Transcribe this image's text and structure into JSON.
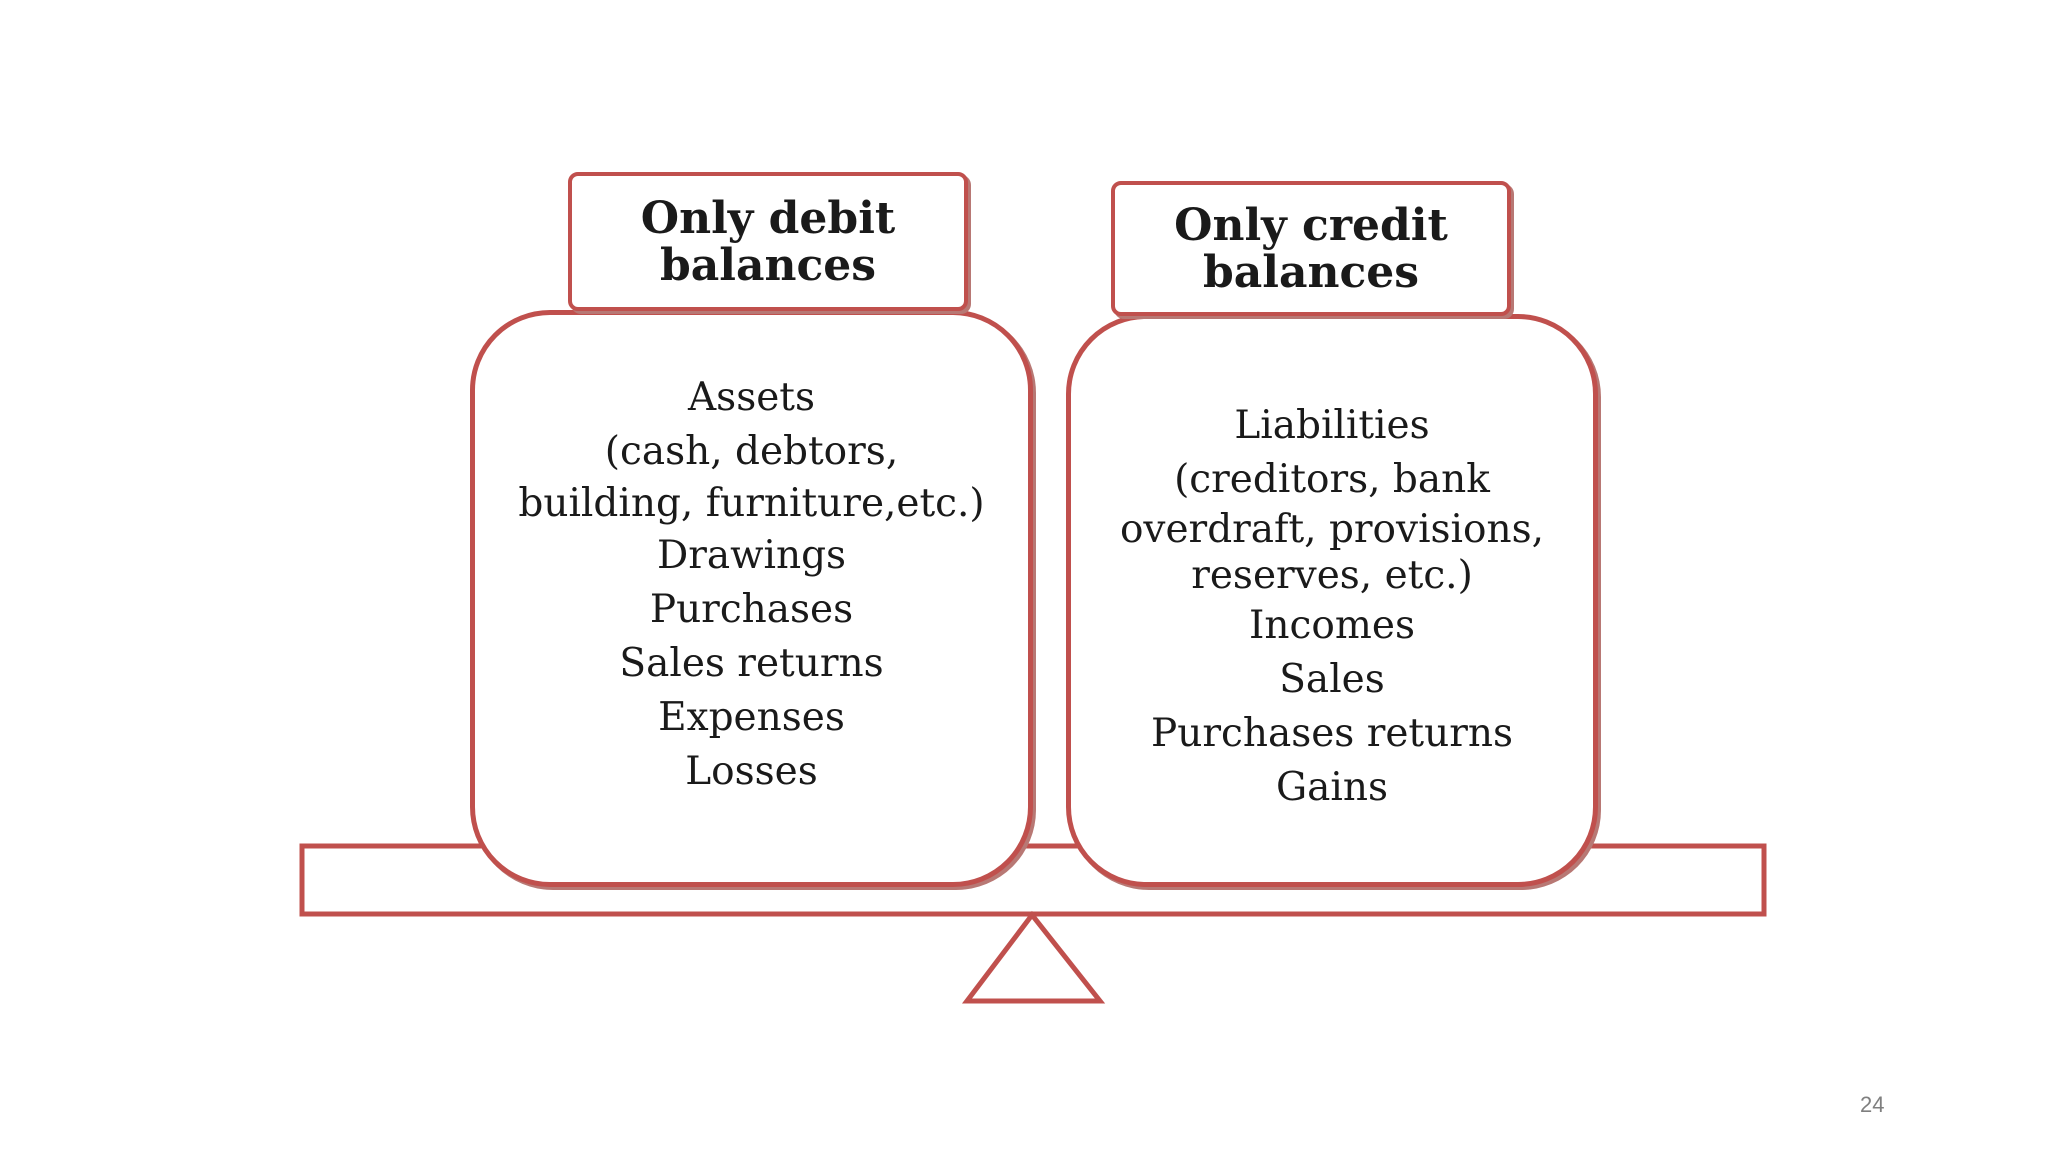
{
  "debit": {
    "header": [
      "Only debit",
      "balances"
    ],
    "items": [
      "Assets",
      "(cash, debtors,",
      "building, furniture,etc.)",
      "Drawings",
      "Purchases",
      "Sales returns",
      "Expenses",
      "Losses"
    ]
  },
  "credit": {
    "header": [
      "Only credit",
      "balances"
    ],
    "items": [
      "Liabilities",
      "(creditors, bank",
      "overdraft, provisions,",
      "reserves, etc.)",
      "Incomes",
      "Sales",
      "Purchases returns",
      "Gains"
    ]
  },
  "colors": {
    "outline": "#c0504d",
    "text": "#1a1a1a",
    "page_number": "#7f7f7f"
  },
  "page_number": "24"
}
